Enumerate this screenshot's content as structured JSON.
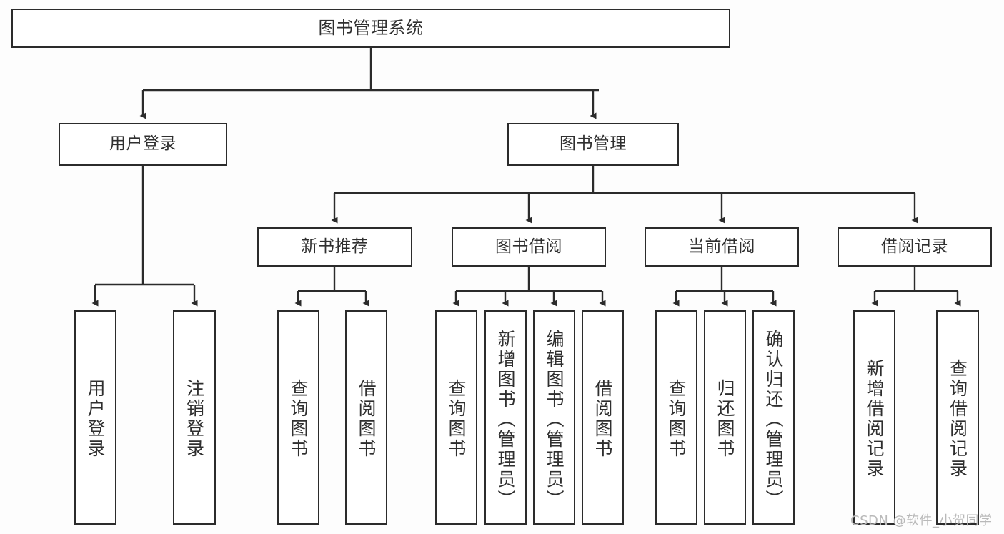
{
  "diagram": {
    "title": "图书管理系统",
    "watermark": "CSDN @软件_小贺同学",
    "colors": {
      "background": "#fdfdfd",
      "node_fill": "#ffffff",
      "line": "#2b2b2b",
      "text": "#2f2f2f"
    },
    "root": {
      "label": "图书管理系统"
    },
    "level2": [
      {
        "label": "用户登录"
      },
      {
        "label": "图书管理"
      }
    ],
    "level3": [
      {
        "label": "新书推荐"
      },
      {
        "label": "图书借阅"
      },
      {
        "label": "当前借阅"
      },
      {
        "label": "借阅记录"
      }
    ],
    "leaves": {
      "user_login": [
        {
          "label": "用户登录"
        },
        {
          "label": "注销登录"
        }
      ],
      "new_book_recommend": [
        {
          "label": "查询图书"
        },
        {
          "label": "借阅图书"
        }
      ],
      "book_borrow": [
        {
          "label": "查询图书"
        },
        {
          "label": "新增图书（管理员）"
        },
        {
          "label": "编辑图书（管理员）"
        },
        {
          "label": "借阅图书"
        }
      ],
      "current_borrow": [
        {
          "label": "查询图书"
        },
        {
          "label": "归还图书"
        },
        {
          "label": "确认归还（管理员）"
        }
      ],
      "borrow_record": [
        {
          "label": "新增借阅记录"
        },
        {
          "label": "查询借阅记录"
        }
      ]
    }
  }
}
